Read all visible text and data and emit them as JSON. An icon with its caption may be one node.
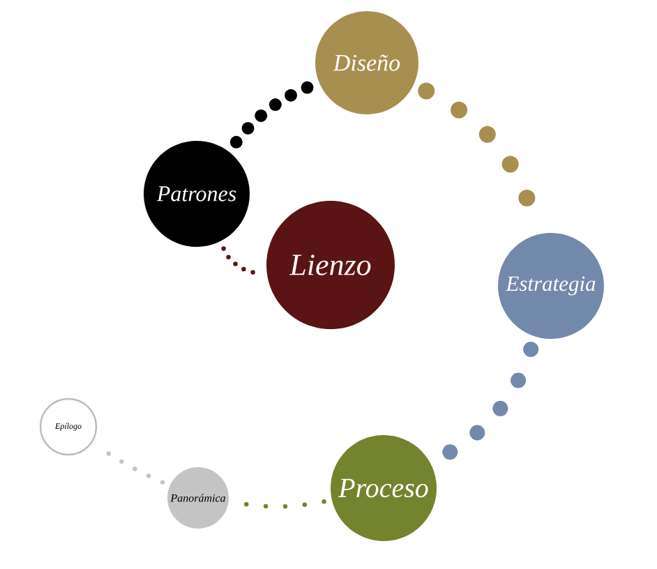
{
  "diagram": {
    "nodes": [
      {
        "text": [
          "Diseño"
        ]
      },
      {
        "text": [
          "Patrones"
        ]
      },
      {
        "text": [
          "Lienzo"
        ]
      },
      {
        "text": [
          "Estrategia"
        ]
      },
      {
        "text": [
          "Epílogo"
        ]
      },
      {
        "text": [
          "Proceso"
        ]
      },
      {
        "text": [
          "Panorámica"
        ]
      }
    ],
    "edges": [
      {
        "from": 1,
        "to": 0,
        "arrow": "none",
        "color": "#000000"
      },
      {
        "from": 0,
        "to": 3,
        "arrow": "none",
        "color": "#a88f4f"
      },
      {
        "from": 3,
        "to": 5,
        "arrow": "none",
        "color": "#7289ab"
      },
      {
        "from": 5,
        "to": 6,
        "arrow": "none",
        "color": "#74832e"
      },
      {
        "from": 6,
        "to": 4,
        "arrow": "none",
        "color": "#c4c4c4"
      },
      {
        "from": 1,
        "to": 2,
        "arrow": "none",
        "color": "#5a1414"
      }
    ]
  }
}
